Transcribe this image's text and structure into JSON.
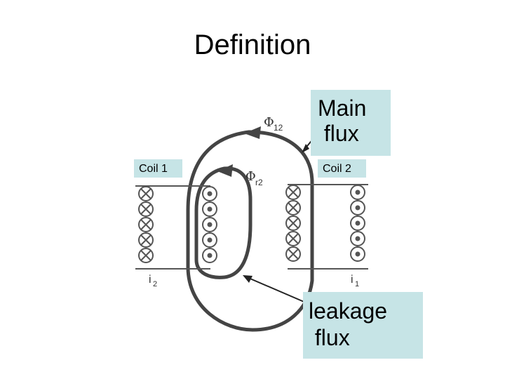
{
  "title": "Definition",
  "labels": {
    "main_flux_line1": "Main",
    "main_flux_line2": " flux",
    "coil1": "Coil 1",
    "coil2": "Coil 2",
    "leakage_line1": "leakage",
    "leakage_line2": " flux"
  },
  "symbols": {
    "phi": "Φ",
    "phi12_sub": "12",
    "phir2_sub": "r2",
    "i": "i",
    "i2_sub": "2",
    "i1_sub": "1"
  },
  "colors": {
    "callout_bg": "#c6e4e6",
    "line": "#444444"
  }
}
